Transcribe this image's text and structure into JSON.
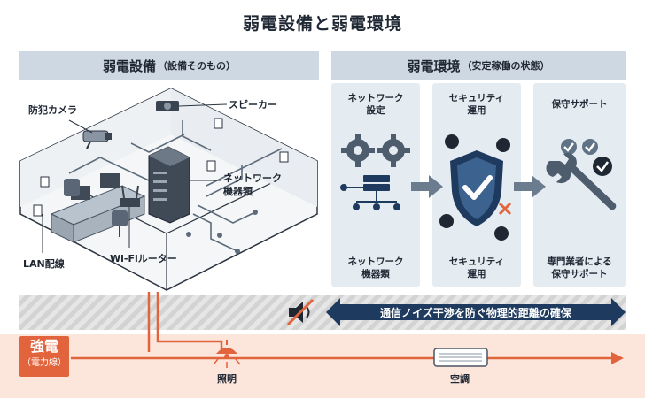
{
  "title": "弱電設備と弱電環境",
  "left": {
    "header": "弱電設備",
    "header_sub": "（設備そのもの）",
    "labels": {
      "camera": "防犯カメラ",
      "speaker": "スピーカー",
      "network": "ネットワーク\n機器類",
      "lan": "LAN配線",
      "wifi": "Wi-Fiルーター"
    }
  },
  "right": {
    "header": "弱電環境",
    "header_sub": "（安定稼働の状態）",
    "columns": [
      {
        "top": "ネットワーク\n設定",
        "bottom": "ネットワーク\n機器類"
      },
      {
        "top": "セキュリティ\n運用",
        "bottom": "セキュリティ\n運用"
      },
      {
        "top": "保守サポート",
        "bottom": "専門業者による\n保守サポート"
      }
    ]
  },
  "band": {
    "text": "通信ノイズ干渉を防ぐ物理的距離の確保"
  },
  "strong": {
    "label": "強電",
    "sub": "（電力線）",
    "items": [
      "照明",
      "空調"
    ]
  },
  "colors": {
    "accent_red": "#e2643c",
    "navy": "#1f3a5f",
    "header_bg": "#cdd8e2",
    "panel_bg": "#e4ebf1"
  }
}
